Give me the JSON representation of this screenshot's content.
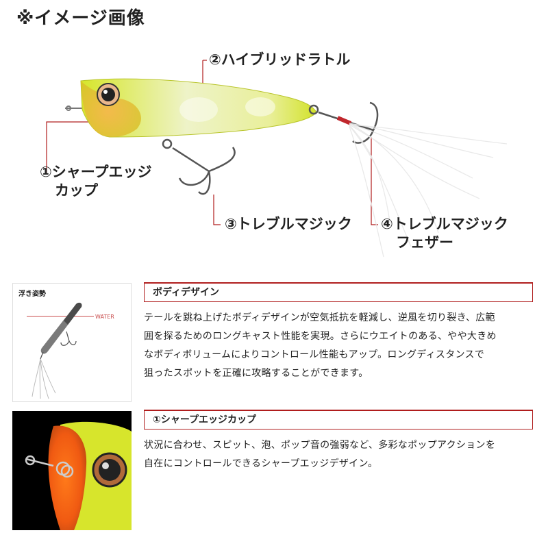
{
  "header": {
    "note": "※イメージ画像"
  },
  "callouts": {
    "c1": {
      "line1": "①シャープエッジ",
      "line2": "カップ"
    },
    "c2": {
      "line1": "②ハイブリッドラトル"
    },
    "c3": {
      "line1": "③トレブルマジック"
    },
    "c4": {
      "line1": "④トレブルマジック",
      "line2": "フェザー"
    }
  },
  "sections": [
    {
      "heading": "ボディデザイン",
      "body": "テールを跳ね上げたボディデザインが空気抵抗を軽減し、逆風を切り裂き、広範\n囲を探るためのロングキャスト性能を実現。さらにウエイトのある、やや大きめ\nなボディボリュームによりコントロール性能もアップ。ロングディスタンスで\n狙ったスポットを正確に攻略することができます。"
    },
    {
      "heading": "①シャープエッジカップ",
      "body": "状況に合わせ、スピット、泡、ポップ音の強弱など、多彩なポップアクションを\n自在にコントロールできるシャープエッジデザイン。"
    }
  ],
  "thumb1": {
    "label": "浮き姿勢",
    "water_label": "WATER"
  },
  "colors": {
    "accent": "#b01d1d",
    "body_yellow": "#d9ea2a",
    "body_orange": "#f08a1a"
  }
}
